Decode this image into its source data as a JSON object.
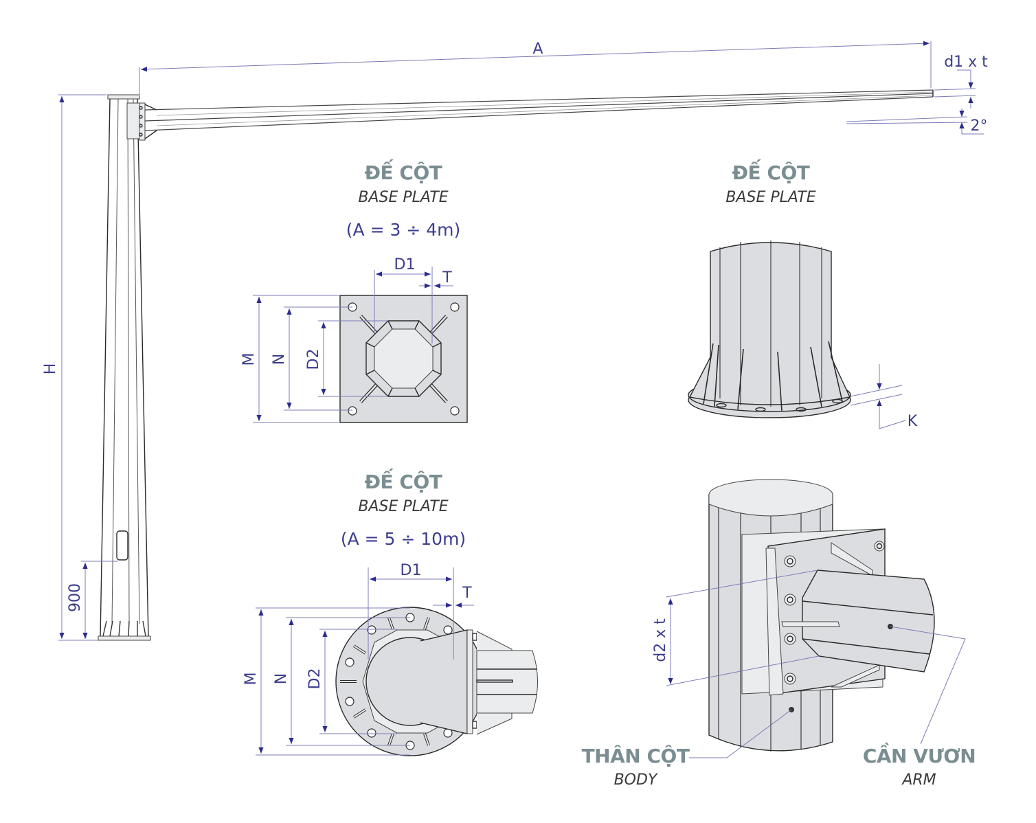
{
  "diagram": {
    "elevation": {
      "arm_length_label": "A",
      "height_label": "H",
      "door_height_label": "900",
      "tip_section_label": "d1 x t",
      "angle_label": "2°"
    },
    "base_plate_square": {
      "title_vi": "ĐẾ CỘT",
      "title_en": "BASE PLATE",
      "range": "(A = 3 ÷ 4m)",
      "labels": {
        "D1": "D1",
        "T": "T",
        "M": "M",
        "N": "N",
        "D2": "D2"
      }
    },
    "base_plate_3d": {
      "title_vi": "ĐẾ CỘT",
      "title_en": "BASE PLATE",
      "thickness_label": "K"
    },
    "base_plate_round": {
      "title_vi": "ĐẾ CỘT",
      "title_en": "BASE PLATE",
      "range": "(A = 5 ÷ 10m)",
      "labels": {
        "D1": "D1",
        "T": "T",
        "M": "M",
        "N": "N",
        "D2": "D2"
      }
    },
    "arm_joint": {
      "section_label": "d2 x t",
      "body_vi": "THÂN CỘT",
      "body_en": "BODY",
      "arm_vi": "CẦN VƯƠN",
      "arm_en": "ARM"
    }
  }
}
